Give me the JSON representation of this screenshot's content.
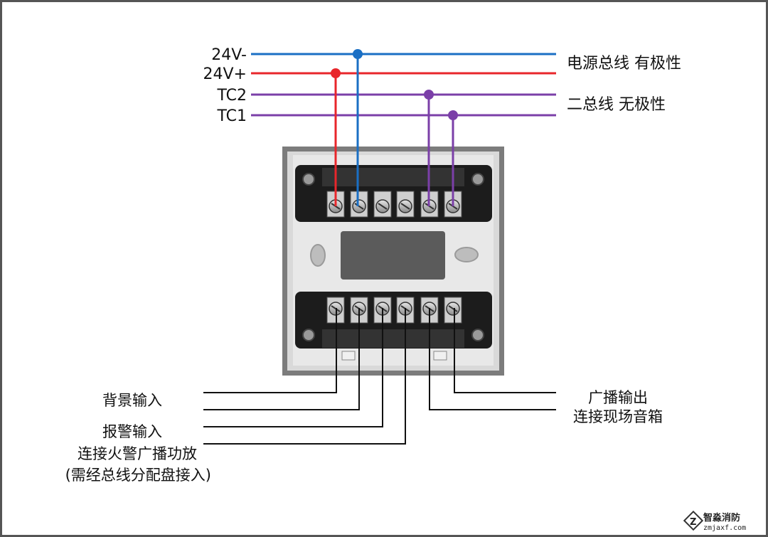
{
  "bus_wires": [
    {
      "label": "24V-",
      "color": "#1a6fc4"
    },
    {
      "label": "24V+",
      "color": "#e8262b"
    },
    {
      "label": "TC2",
      "color": "#7b3fa8"
    },
    {
      "label": "TC1",
      "color": "#7b3fa8"
    }
  ],
  "bus_groups": [
    {
      "label": "电源总线 有极性"
    },
    {
      "label": "二总线 无极性"
    }
  ],
  "inputs": {
    "background": "背景输入",
    "alarm": "报警输入",
    "alarm_note1": "连接火警广播功放",
    "alarm_note2": "(需经总线分配盘接入)"
  },
  "outputs": {
    "line1": "广播输出",
    "line2": "连接现场音箱"
  },
  "watermark": {
    "name": "智淼消防",
    "url": "zmjaxf.com"
  },
  "colors": {
    "negative": "#1a6fc4",
    "positive": "#e8262b",
    "bus": "#7b3fa8",
    "signal": "#111111"
  }
}
